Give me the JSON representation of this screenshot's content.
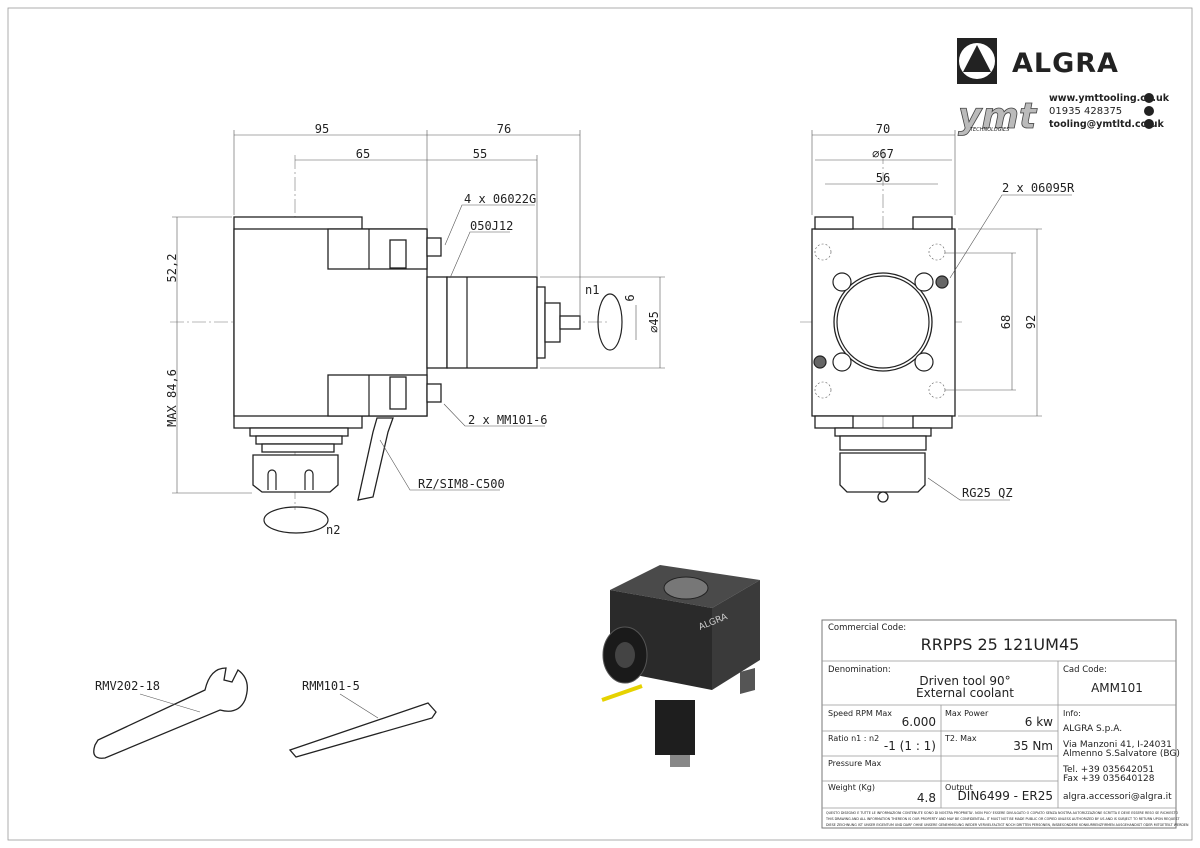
{
  "brand": {
    "name": "ALGRA"
  },
  "dealer": {
    "logo_text": "ymt",
    "logo_sub": "TECHNOLOGIES",
    "website": "www.ymttooling.co.uk",
    "phone": "01935 428375",
    "email": "tooling@ymtltd.co.uk",
    "social_icons": [
      "linkedin-icon",
      "instagram-icon",
      "twitter-icon"
    ]
  },
  "front_view": {
    "dims": {
      "width_total": "95",
      "width_axis": "65",
      "length_total": "76",
      "length_face": "55",
      "height_top": "52,2",
      "height_bottom": "MAX 84,6",
      "shaft": "6",
      "diameter": "∅45"
    },
    "callouts": {
      "screws": "4 x 06022G",
      "oring": "050J12",
      "keys": "2 x MM101-6",
      "coolant": "RZ/SIM8-C500"
    },
    "rotation": {
      "n1": "n1",
      "n2": "n2"
    }
  },
  "side_view": {
    "dims": {
      "width": "70",
      "diameter": "∅67",
      "bolt_spacing": "56",
      "height_inner": "68",
      "height_outer": "92"
    },
    "callouts": {
      "pins": "2 x 06095R",
      "nut": "RG25 QZ"
    }
  },
  "accessories": [
    {
      "code": "RMV202-18"
    },
    {
      "code": "RMM101-5"
    }
  ],
  "render": {
    "logo_text": "ALGRA"
  },
  "title_block": {
    "commercial_code_label": "Commercial Code:",
    "commercial_code": "RRPPS 25 121UM45",
    "denomination_label": "Denomination:",
    "denomination_line1": "Driven tool 90°",
    "denomination_line2": "External coolant",
    "cad_code_label": "Cad Code:",
    "cad_code": "AMM101",
    "speed_label": "Speed RPM Max",
    "speed": "6.000",
    "power_label": "Max Power",
    "power": "6 kw",
    "ratio_label": "Ratio n1 : n2",
    "ratio": "-1 (1 : 1)",
    "torque_label": "T2. Max",
    "torque": "35 Nm",
    "pressure_label": "Pressure Max",
    "weight_label": "Weight (Kg)",
    "weight": "4.8",
    "output_label": "Output",
    "output": "DIN6499 - ER25",
    "info_label": "Info:",
    "company": "ALGRA S.p.A.",
    "address1": "Via Manzoni 41, I-24031",
    "address2": "Almenno S.Salvatore (BG)",
    "tel": "Tel. +39 035642051",
    "fax": "Fax +39 035640128",
    "email": "algra.accessori@algra.it",
    "disclaimer_it": "QUESTO DISEGNO E TUTTE LE INFORMAZIONI CONTENUTE SONO DI NOSTRA PROPRIETA'. NON PUO' ESSERE DIVULGATO O COPIATO SENZA NOSTRA AUTORIZZAZIONE SCRITTA E DEVE ESSERE RESO SE RICHIESTO",
    "disclaimer_en": "THIS DRAWING AND ALL INFORMATION THEREON IS OUR PROPERTY AND MAY BE CONFIDENTIAL. IT MUST NOT BE MADE PUBLIC OR COPIED UNLESS AUTHORIZED BY US AND IS SUBJECT TO RETURN UPON REQUEST",
    "disclaimer_de": "DIESE ZEICHNUNG IST UNSER EIGENTUM UND DARF OHNE UNSERE GENEHMIGUNG WEDER VERVIELFALTIGT NOCH DRITTEN PERSONEN, INSBESONDERE KONKURRENZFIRMEN AUSGEHANDIGT ODER MITGETEILT WERDEN"
  }
}
